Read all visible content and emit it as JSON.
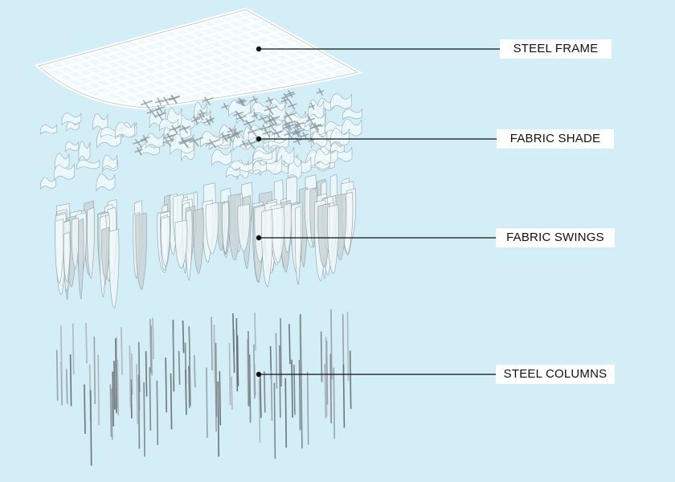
{
  "layers": [
    {
      "id": "steel-frame",
      "label": "STEEL FRAME"
    },
    {
      "id": "fabric-shade",
      "label": "FABRIC SHADE"
    },
    {
      "id": "fabric-swings",
      "label": "FABRIC SWINGS"
    },
    {
      "id": "steel-columns",
      "label": "STEEL COLUMNS"
    }
  ],
  "colors": {
    "background": "#d3eef6",
    "label_bg": "#ffffff",
    "leader_line": "#111111"
  }
}
